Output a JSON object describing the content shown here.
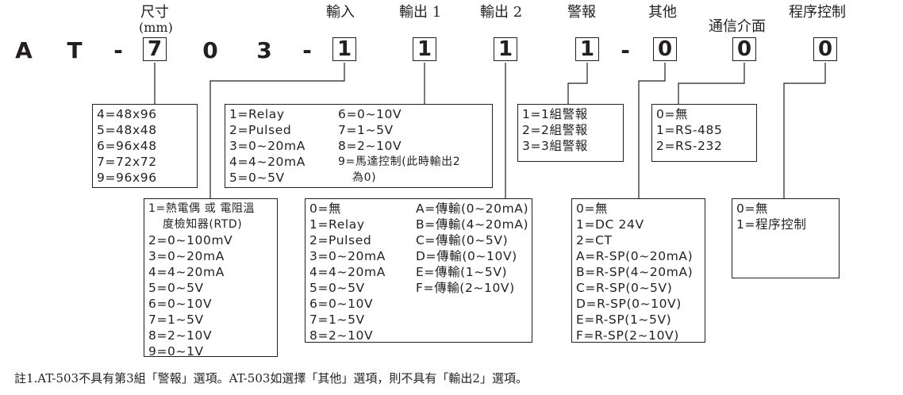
{
  "headers": {
    "size_line1": "尺寸",
    "size_line2": "(mm)",
    "input": "輸入",
    "output1": "輸出 1",
    "output2": "輸出 2",
    "alarm": "警報",
    "other": "其他",
    "comm": "通信介面",
    "program": "程序控制"
  },
  "model": {
    "a": "A",
    "t": "T",
    "dash1": "-",
    "size": "7",
    "zero": "0",
    "three": "3",
    "dash2": "-",
    "input": "1",
    "output1": "1",
    "output2": "1",
    "alarm": "1",
    "dash3": "-",
    "other": "0",
    "comm": "0",
    "program": "0"
  },
  "size_box": [
    "4=48x96",
    "5=48x48",
    "6=96x48",
    "7=72x72",
    "9=96x96"
  ],
  "output1_box": {
    "left": [
      "1=Relay",
      "2=Pulsed",
      "3=0~20mA",
      "4=4~20mA",
      "5=0~5V"
    ],
    "right": [
      "6=0~10V",
      "7=1~5V",
      "8=2~10V",
      "9=馬達控制(此時輸出2",
      "為0)"
    ]
  },
  "alarm_box": [
    "1=1組警報",
    "2=2組警報",
    "3=3組警報"
  ],
  "comm_box": [
    "0=無",
    "1=RS-485",
    "2=RS-232"
  ],
  "input_box": [
    "1=熱電偶 或 電阻溫",
    "度檢知器(RTD)",
    "2=0~100mV",
    "3=0~20mA",
    "4=4~20mA",
    "5=0~5V",
    "6=0~10V",
    "7=1~5V",
    "8=2~10V",
    "9=0~1V"
  ],
  "output2_box": {
    "left": [
      "0=無",
      "1=Relay",
      "2=Pulsed",
      "3=0~20mA",
      "4=4~20mA",
      "5=0~5V",
      "6=0~10V",
      "7=1~5V",
      "8=2~10V"
    ],
    "right": [
      "A=傳輸(0~20mA)",
      "B=傳輸(4~20mA)",
      "C=傳輸(0~5V)",
      "D=傳輸(0~10V)",
      "E=傳輸(1~5V)",
      "F=傳輸(2~10V)"
    ]
  },
  "other_box": [
    "0=無",
    "1=DC 24V",
    "2=CT",
    "A=R-SP(0~20mA)",
    "B=R-SP(4~20mA)",
    "C=R-SP(0~5V)",
    "D=R-SP(0~10V)",
    "E=R-SP(1~5V)",
    "F=R-SP(2~10V)"
  ],
  "program_box": [
    "0=無",
    "1=程序控制"
  ],
  "note": "註1.AT-503不具有第3組「警報」選項。AT-503如選擇「其他」選項，則不具有「輸出2」選項。"
}
